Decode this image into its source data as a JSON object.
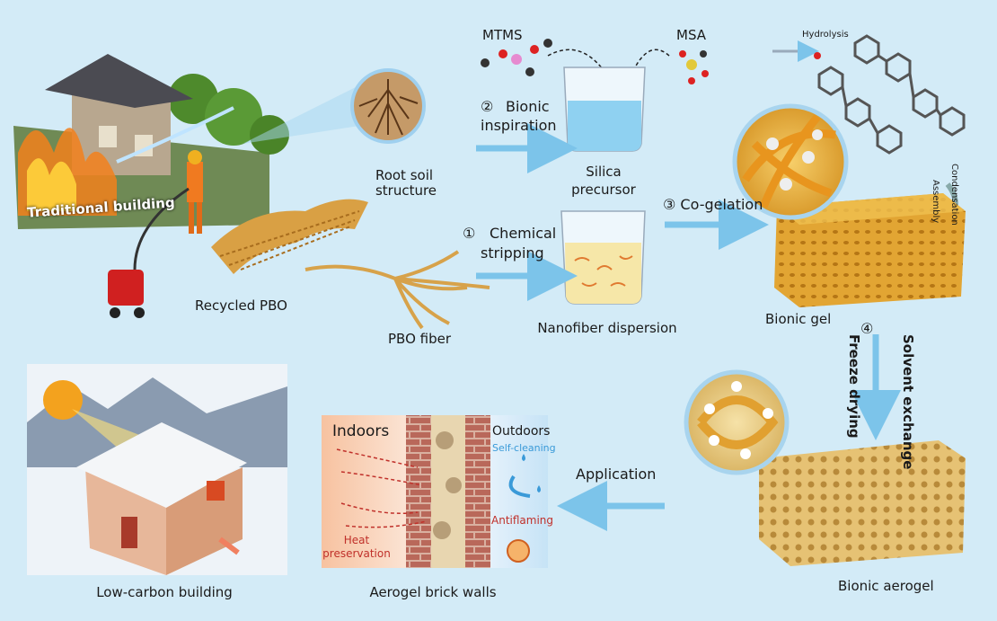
{
  "labels": {
    "traditional_building": "Traditional building",
    "root_soil_1": "Root soil",
    "root_soil_2": "structure",
    "recycled_pbo": "Recycled PBO",
    "pbo_fiber": "PBO fiber",
    "step2_num": "②",
    "step2_1": "Bionic",
    "step2_2": "inspiration",
    "step1_num": "①",
    "step1_1": "Chemical",
    "step1_2": "stripping",
    "mtms": "MTMS",
    "msa": "MSA",
    "silica_1": "Silica",
    "silica_2": "precursor",
    "nanofiber": "Nanofiber dispersion",
    "step3": "③ Co-gelation",
    "hydrolysis": "Hydrolysis",
    "condensation": "Condensation",
    "assembly": "Assembly",
    "bionic_gel": "Bionic gel",
    "step4": "④",
    "solvent_exchange": "Solvent exchange",
    "freeze_drying": "Freeze drying",
    "bionic_aerogel": "Bionic aerogel",
    "application": "Application",
    "indoors": "Indoors",
    "outdoors": "Outdoors",
    "self_cleaning": "Self-cleaning",
    "antiflaming": "Antiflaming",
    "heat_1": "Heat",
    "heat_2": "preservation",
    "aerogel_walls": "Aerogel brick walls",
    "low_carbon": "Low-carbon building"
  },
  "colors": {
    "background": "#d3ebf7",
    "arrow": "#7cc4ea",
    "gel": "#e0a530",
    "aerogel": "#e8c77a",
    "red_text": "#c0302a",
    "blue_text": "#3a9ad8"
  }
}
